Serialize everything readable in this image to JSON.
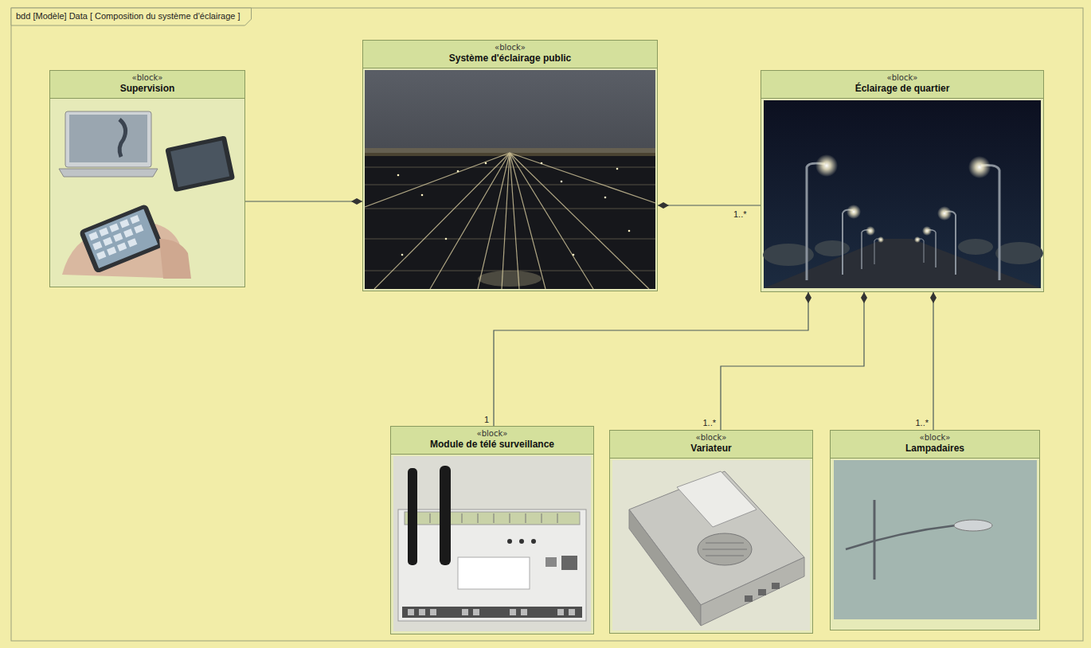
{
  "diagram": {
    "title": "bdd [Modèle] Data [ Composition du système d'éclairage ]",
    "nodes": [
      {
        "text": [
          "«block»",
          "Supervision"
        ]
      },
      {
        "text": [
          "«block»",
          "Système d'éclairage public"
        ]
      },
      {
        "text": [
          "«block»",
          "Éclairage de quartier"
        ]
      },
      {
        "text": [
          "«block»",
          "Module de télé surveillance"
        ]
      },
      {
        "text": [
          "«block»",
          "Variateur"
        ]
      },
      {
        "text": [
          "«block»",
          "Lampadaires"
        ]
      }
    ],
    "edges": [
      {
        "from": 0,
        "to": 1,
        "arrow": "to"
      },
      {
        "from": 2,
        "to": 1,
        "arrow": "to"
      },
      {
        "from": 3,
        "to": 2,
        "arrow": "to"
      },
      {
        "from": 4,
        "to": 2,
        "arrow": "to"
      },
      {
        "from": 5,
        "to": 2,
        "arrow": "to"
      }
    ],
    "labels": [
      "1..*",
      "1",
      "1..*",
      "1..*"
    ]
  }
}
